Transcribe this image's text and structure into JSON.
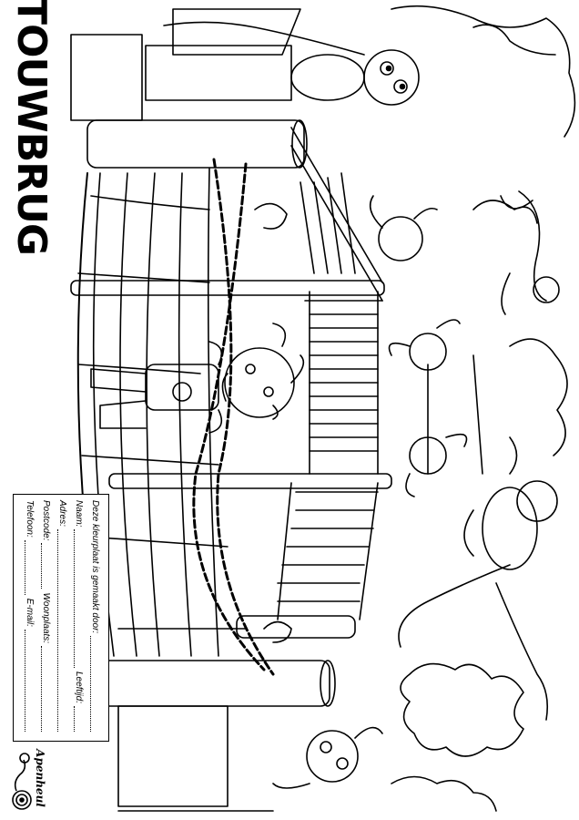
{
  "title": "TOUWBRUG",
  "form": {
    "heading": "Deze kleurplaat is gemaakt door:",
    "name_label": "Naam:",
    "age_label": "Leeftijd:",
    "address_label": "Adres:",
    "postcode_label": "Postcode:",
    "city_label": "Woonplaats:",
    "phone_label": "Telefoon:",
    "email_label": "E-mail:"
  },
  "logo": {
    "text": "Apenheul"
  }
}
